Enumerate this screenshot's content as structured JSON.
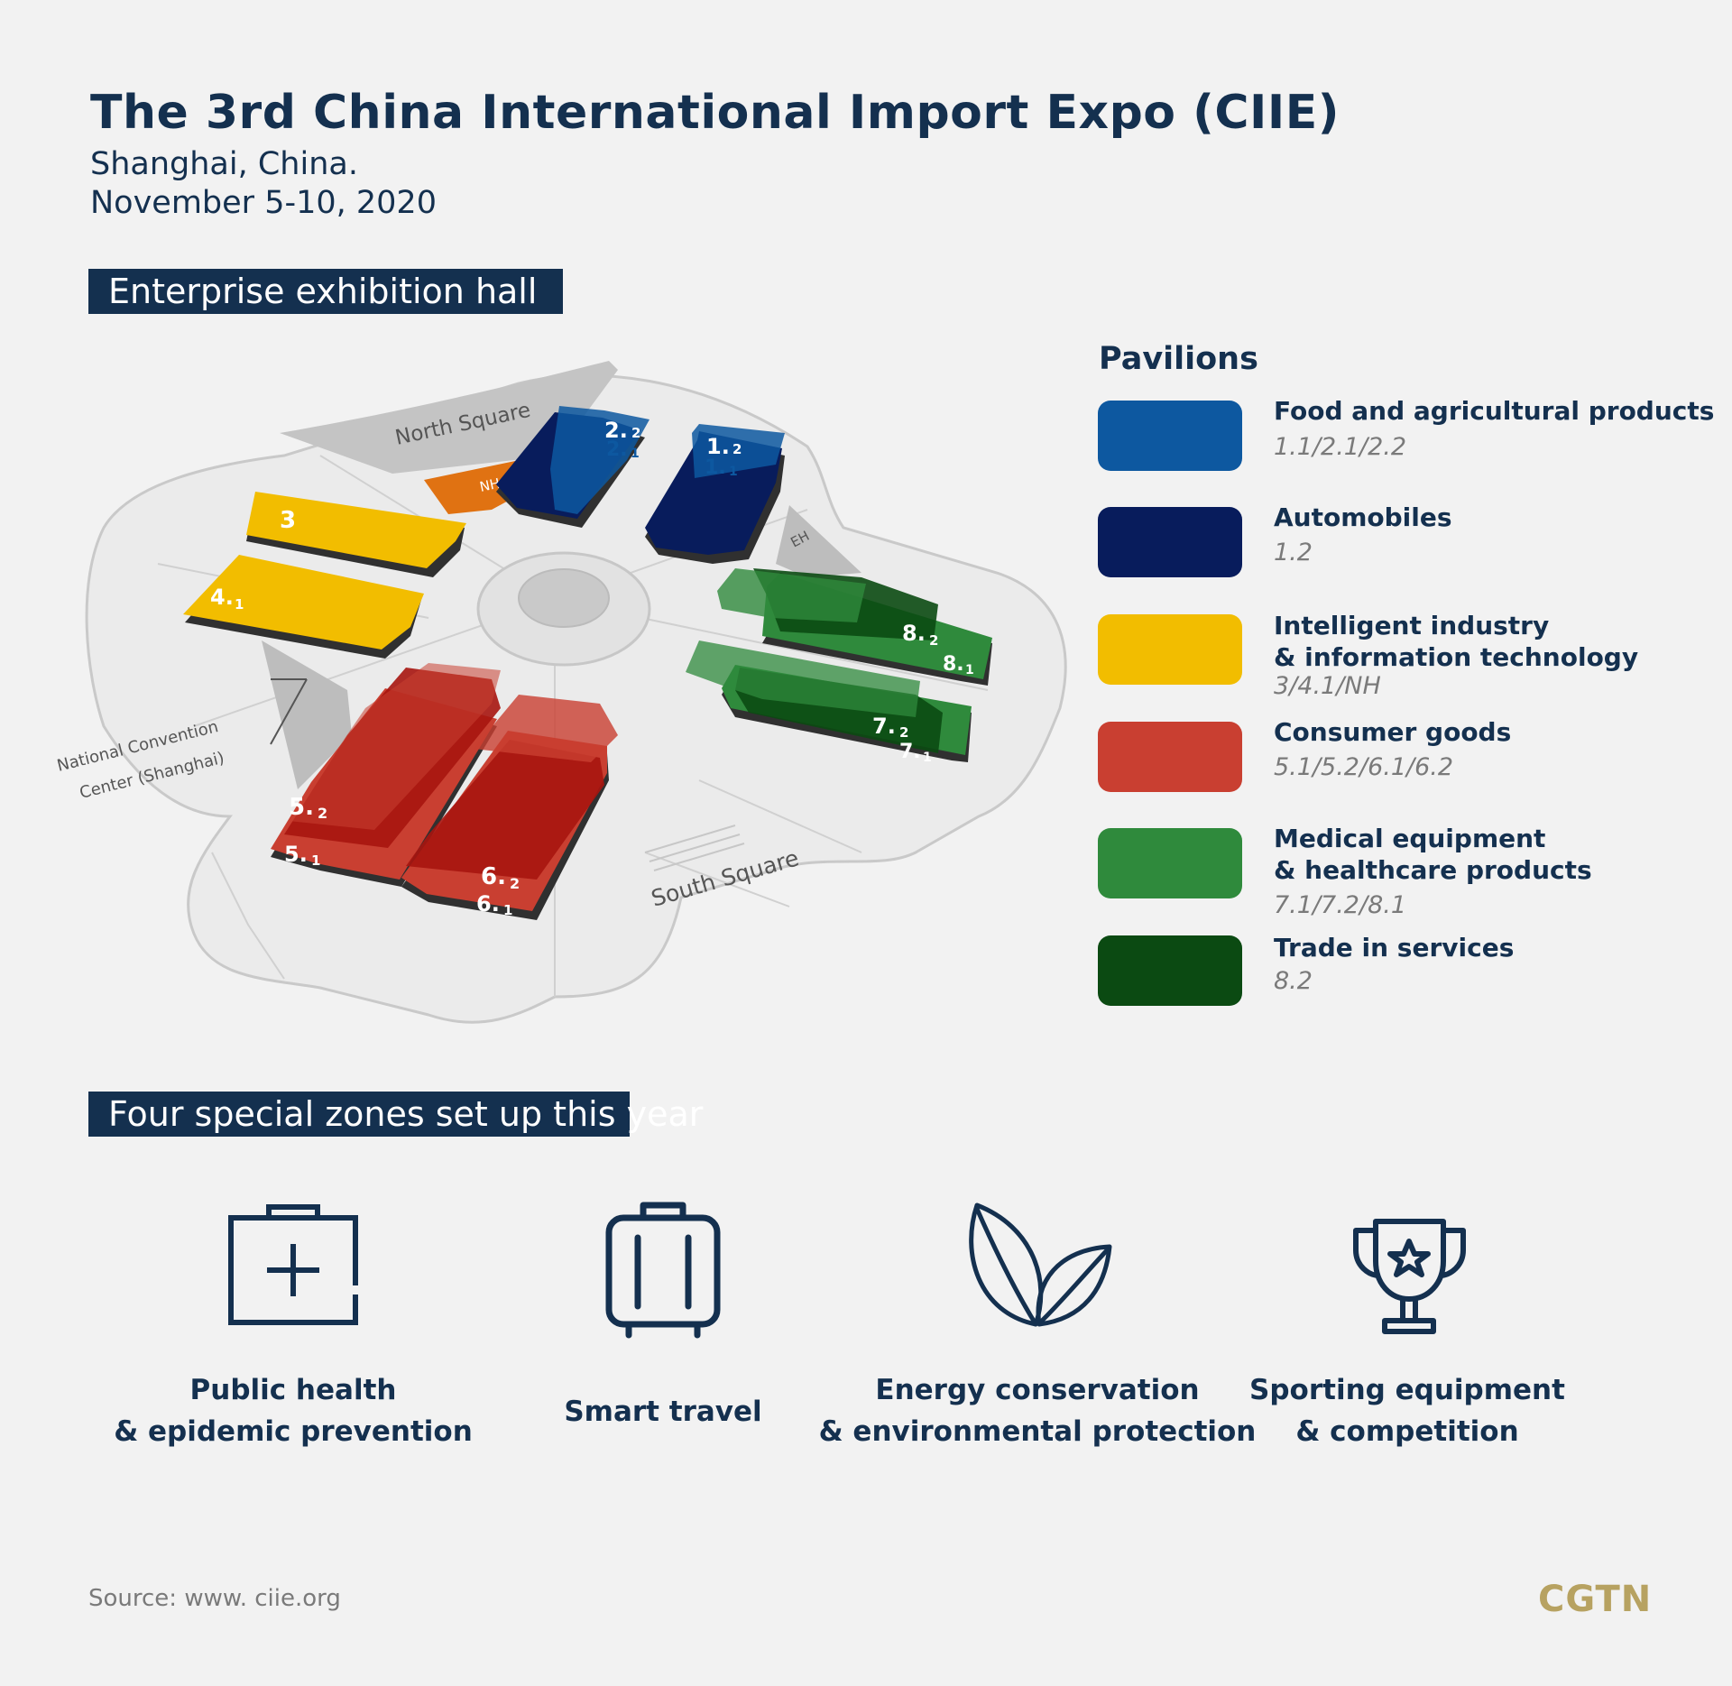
{
  "header": {
    "title": "The 3rd China International Import Expo (CIIE)",
    "location": "Shanghai, China.",
    "dates": "November 5-10, 2020"
  },
  "sections": {
    "exhibition_hall": "Enterprise exhibition hall",
    "special_zones": "Four special zones set up this year"
  },
  "map": {
    "places": {
      "north_square": "North Square",
      "south_square": "South Square",
      "ncc_line1": "National Convention",
      "ncc_line2": "Center (Shanghai)",
      "nh": "NH",
      "eh": "EH"
    },
    "halls": {
      "h22_main": "2.",
      "h22_sub": "2",
      "h21_main": "2.",
      "h21_sub": "1",
      "h12_main": "1.",
      "h12_sub": "2",
      "h11_main": "1.",
      "h11_sub": "1",
      "h3": "3",
      "h41_main": "4.",
      "h41_sub": "1",
      "h52_main": "5.",
      "h52_sub": "2",
      "h51_main": "5.",
      "h51_sub": "1",
      "h62_main": "6.",
      "h62_sub": "2",
      "h61_main": "6.",
      "h61_sub": "1",
      "h82_main": "8.",
      "h82_sub": "2",
      "h81_main": "8.",
      "h81_sub": "1",
      "h72_main": "7.",
      "h72_sub": "2",
      "h71_main": "7.",
      "h71_sub": "1"
    }
  },
  "legend": {
    "title": "Pavilions",
    "items": [
      {
        "label_line1": "Food and agricultural products",
        "label_line2": "",
        "halls": "1.1/2.1/2.2",
        "color": "#0d58a0"
      },
      {
        "label_line1": "Automobiles",
        "label_line2": "",
        "halls": "1.2",
        "color": "#081c5c"
      },
      {
        "label_line1": "Intelligent industry",
        "label_line2": "& information technology",
        "halls": "3/4.1/NH",
        "color": "#f2bd00"
      },
      {
        "label_line1": "Consumer goods",
        "label_line2": "",
        "halls": "5.1/5.2/6.1/6.2",
        "color": "#c93f31"
      },
      {
        "label_line1": "Medical equipment",
        "label_line2": "& healthcare products",
        "halls": "7.1/7.2/8.1",
        "color": "#2f8a3c"
      },
      {
        "label_line1": "Trade in services",
        "label_line2": "",
        "halls": "8.2",
        "color": "#0b4a12"
      }
    ]
  },
  "zones": [
    {
      "icon": "first-aid-kit-icon",
      "line1": "Public health",
      "line2": "& epidemic prevention"
    },
    {
      "icon": "suitcase-icon",
      "line1": "Smart travel",
      "line2": ""
    },
    {
      "icon": "leaves-icon",
      "line1": "Energy conservation",
      "line2": "& environmental protection"
    },
    {
      "icon": "trophy-icon",
      "line1": "Sporting equipment",
      "line2": "& competition"
    }
  ],
  "footer": {
    "source": "Source: www. ciie.org",
    "logo": "CGTN"
  }
}
